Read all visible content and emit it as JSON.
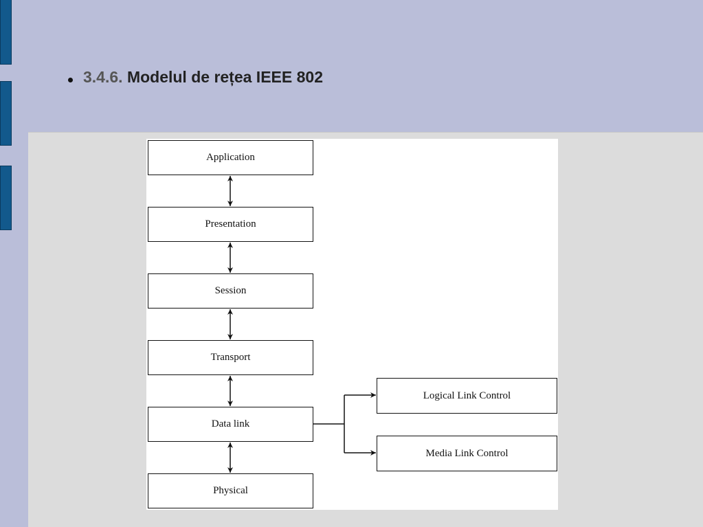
{
  "slide": {
    "title_number": "3.4.6.",
    "title_text": "Modelul de rețea IEEE 802"
  },
  "diagram": {
    "layers": [
      "Application",
      "Presentation",
      "Session",
      "Transport",
      "Data link",
      "Physical"
    ],
    "sublayers": [
      "Logical Link Control",
      "Media Link Control"
    ]
  },
  "colors": {
    "slide_background": "#babed9",
    "content_background": "#dcdcdc",
    "side_bar": "#12598c"
  }
}
